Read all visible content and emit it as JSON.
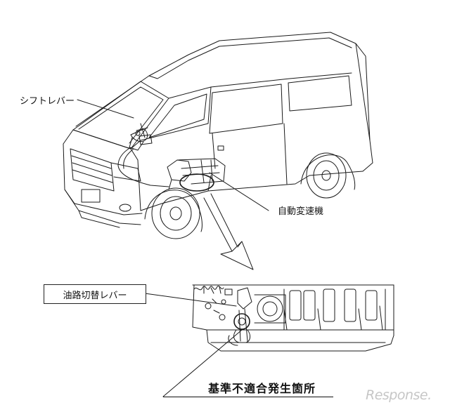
{
  "labels": {
    "shift_lever": "シフトレバー",
    "automatic_transmission": "自動変速機",
    "oil_path_lever": "油路切替レバー",
    "nonconformity_site": "基準不適合発生箇所"
  },
  "watermark": {
    "text": "Response."
  },
  "colors": {
    "line": "#1a1a1a",
    "watermark": "#c6c6c6"
  }
}
